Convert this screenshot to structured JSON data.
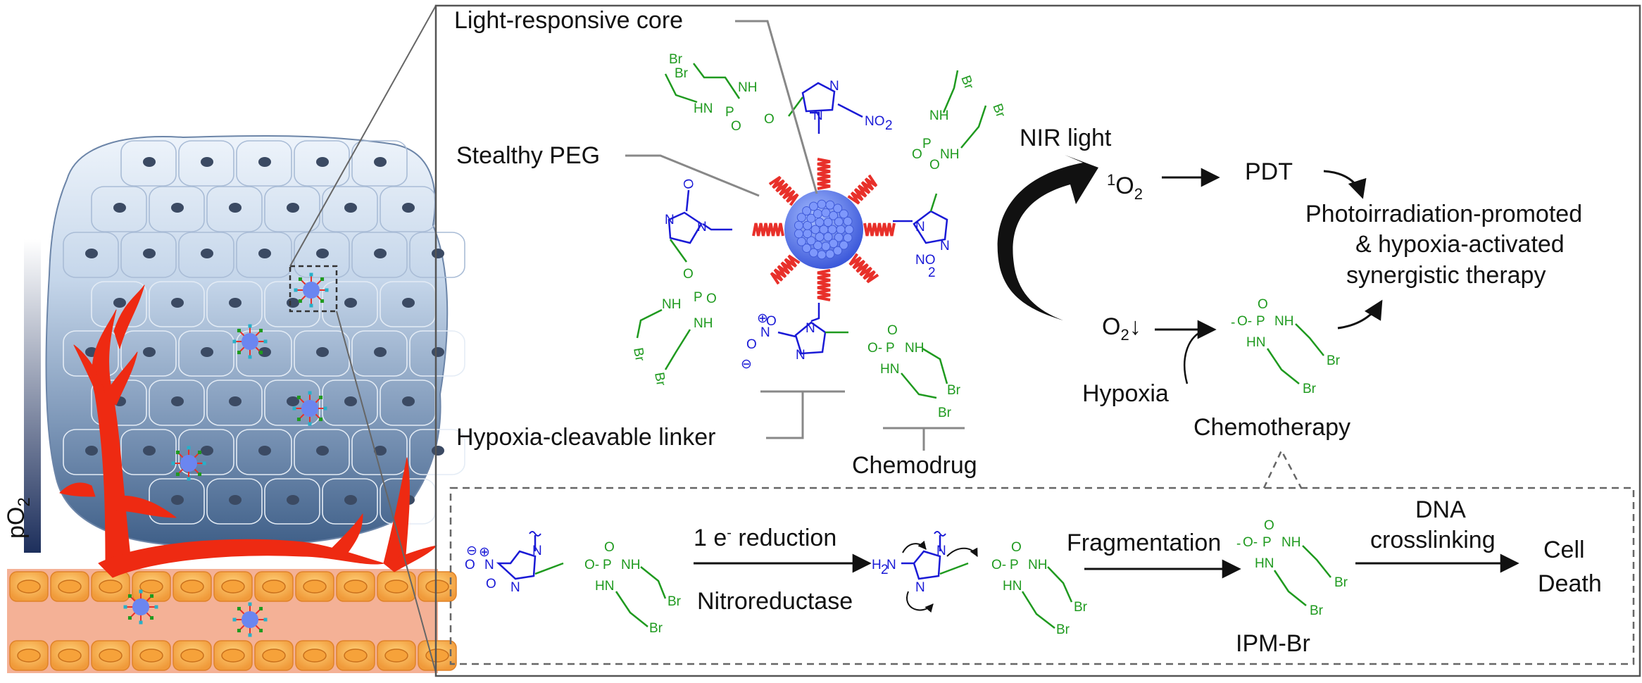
{
  "labels": {
    "light_core": "Light-responsive core",
    "stealthy_peg": "Stealthy PEG",
    "hypoxia_linker": "Hypoxia-cleavable linker",
    "chemodrug": "Chemodrug",
    "nir_light": "NIR light",
    "singlet_o2_sup": "1",
    "singlet_o2": "O",
    "singlet_o2_sub": "2",
    "pdt": "PDT",
    "synergy_1": "Photoirradiation-promoted",
    "synergy_2": "& hypoxia-activated",
    "synergy_3": "synergistic therapy",
    "o2_low": "O",
    "o2_low_sub": "2",
    "o2_low_arrow": "↓",
    "hypoxia": "Hypoxia",
    "chemotherapy": "Chemotherapy",
    "po2": "pO",
    "po2_sub": "2",
    "reduction_1": "1 e",
    "reduction_sup": "-",
    "reduction_2": " reduction",
    "nitroreductase": "Nitroreductase",
    "fragmentation": "Fragmentation",
    "dna_1": "DNA",
    "dna_2": "crosslinking",
    "cell_1": "Cell",
    "cell_2": "Death",
    "ipm_br": "IPM-Br"
  },
  "chem": {
    "br": "Br",
    "nh": "NH",
    "hn": "HN",
    "p": "P",
    "o": "O",
    "o_dash": "O-",
    "n": "N",
    "no2": "NO",
    "no2_sub": "2",
    "o2n": "O",
    "h2n": "H",
    "h2n_sub": "2",
    "h2n_n": "N",
    "minus": "-",
    "plus": "+",
    "oplus": "⊕",
    "ominus": "⊖"
  },
  "colors": {
    "drug_green": "#1f9a1f",
    "imidazole_blue": "#1a1ad6",
    "vessel_red": "#ee2a12",
    "peg_red": "#e8302a",
    "core_blue": "#5b7bf2",
    "endothelial_orange": "#f4a24a"
  }
}
